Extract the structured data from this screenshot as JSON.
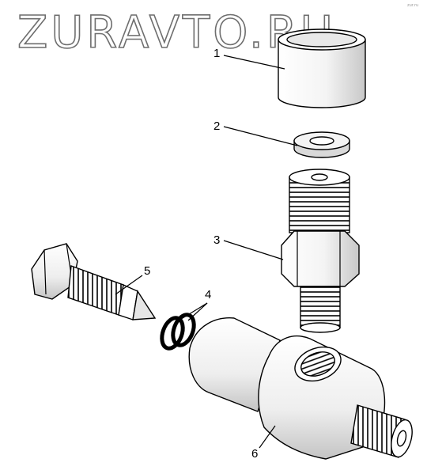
{
  "watermark": "ZURAVTO.RU",
  "corner_mark": "zur.ru",
  "callouts": [
    "1",
    "2",
    "3",
    "4",
    "5",
    "6"
  ],
  "colors": {
    "line": "#000000",
    "shade": "#d9d9d9",
    "light": "#f2f2f2",
    "watermark_stroke": "#6e6e6e"
  }
}
